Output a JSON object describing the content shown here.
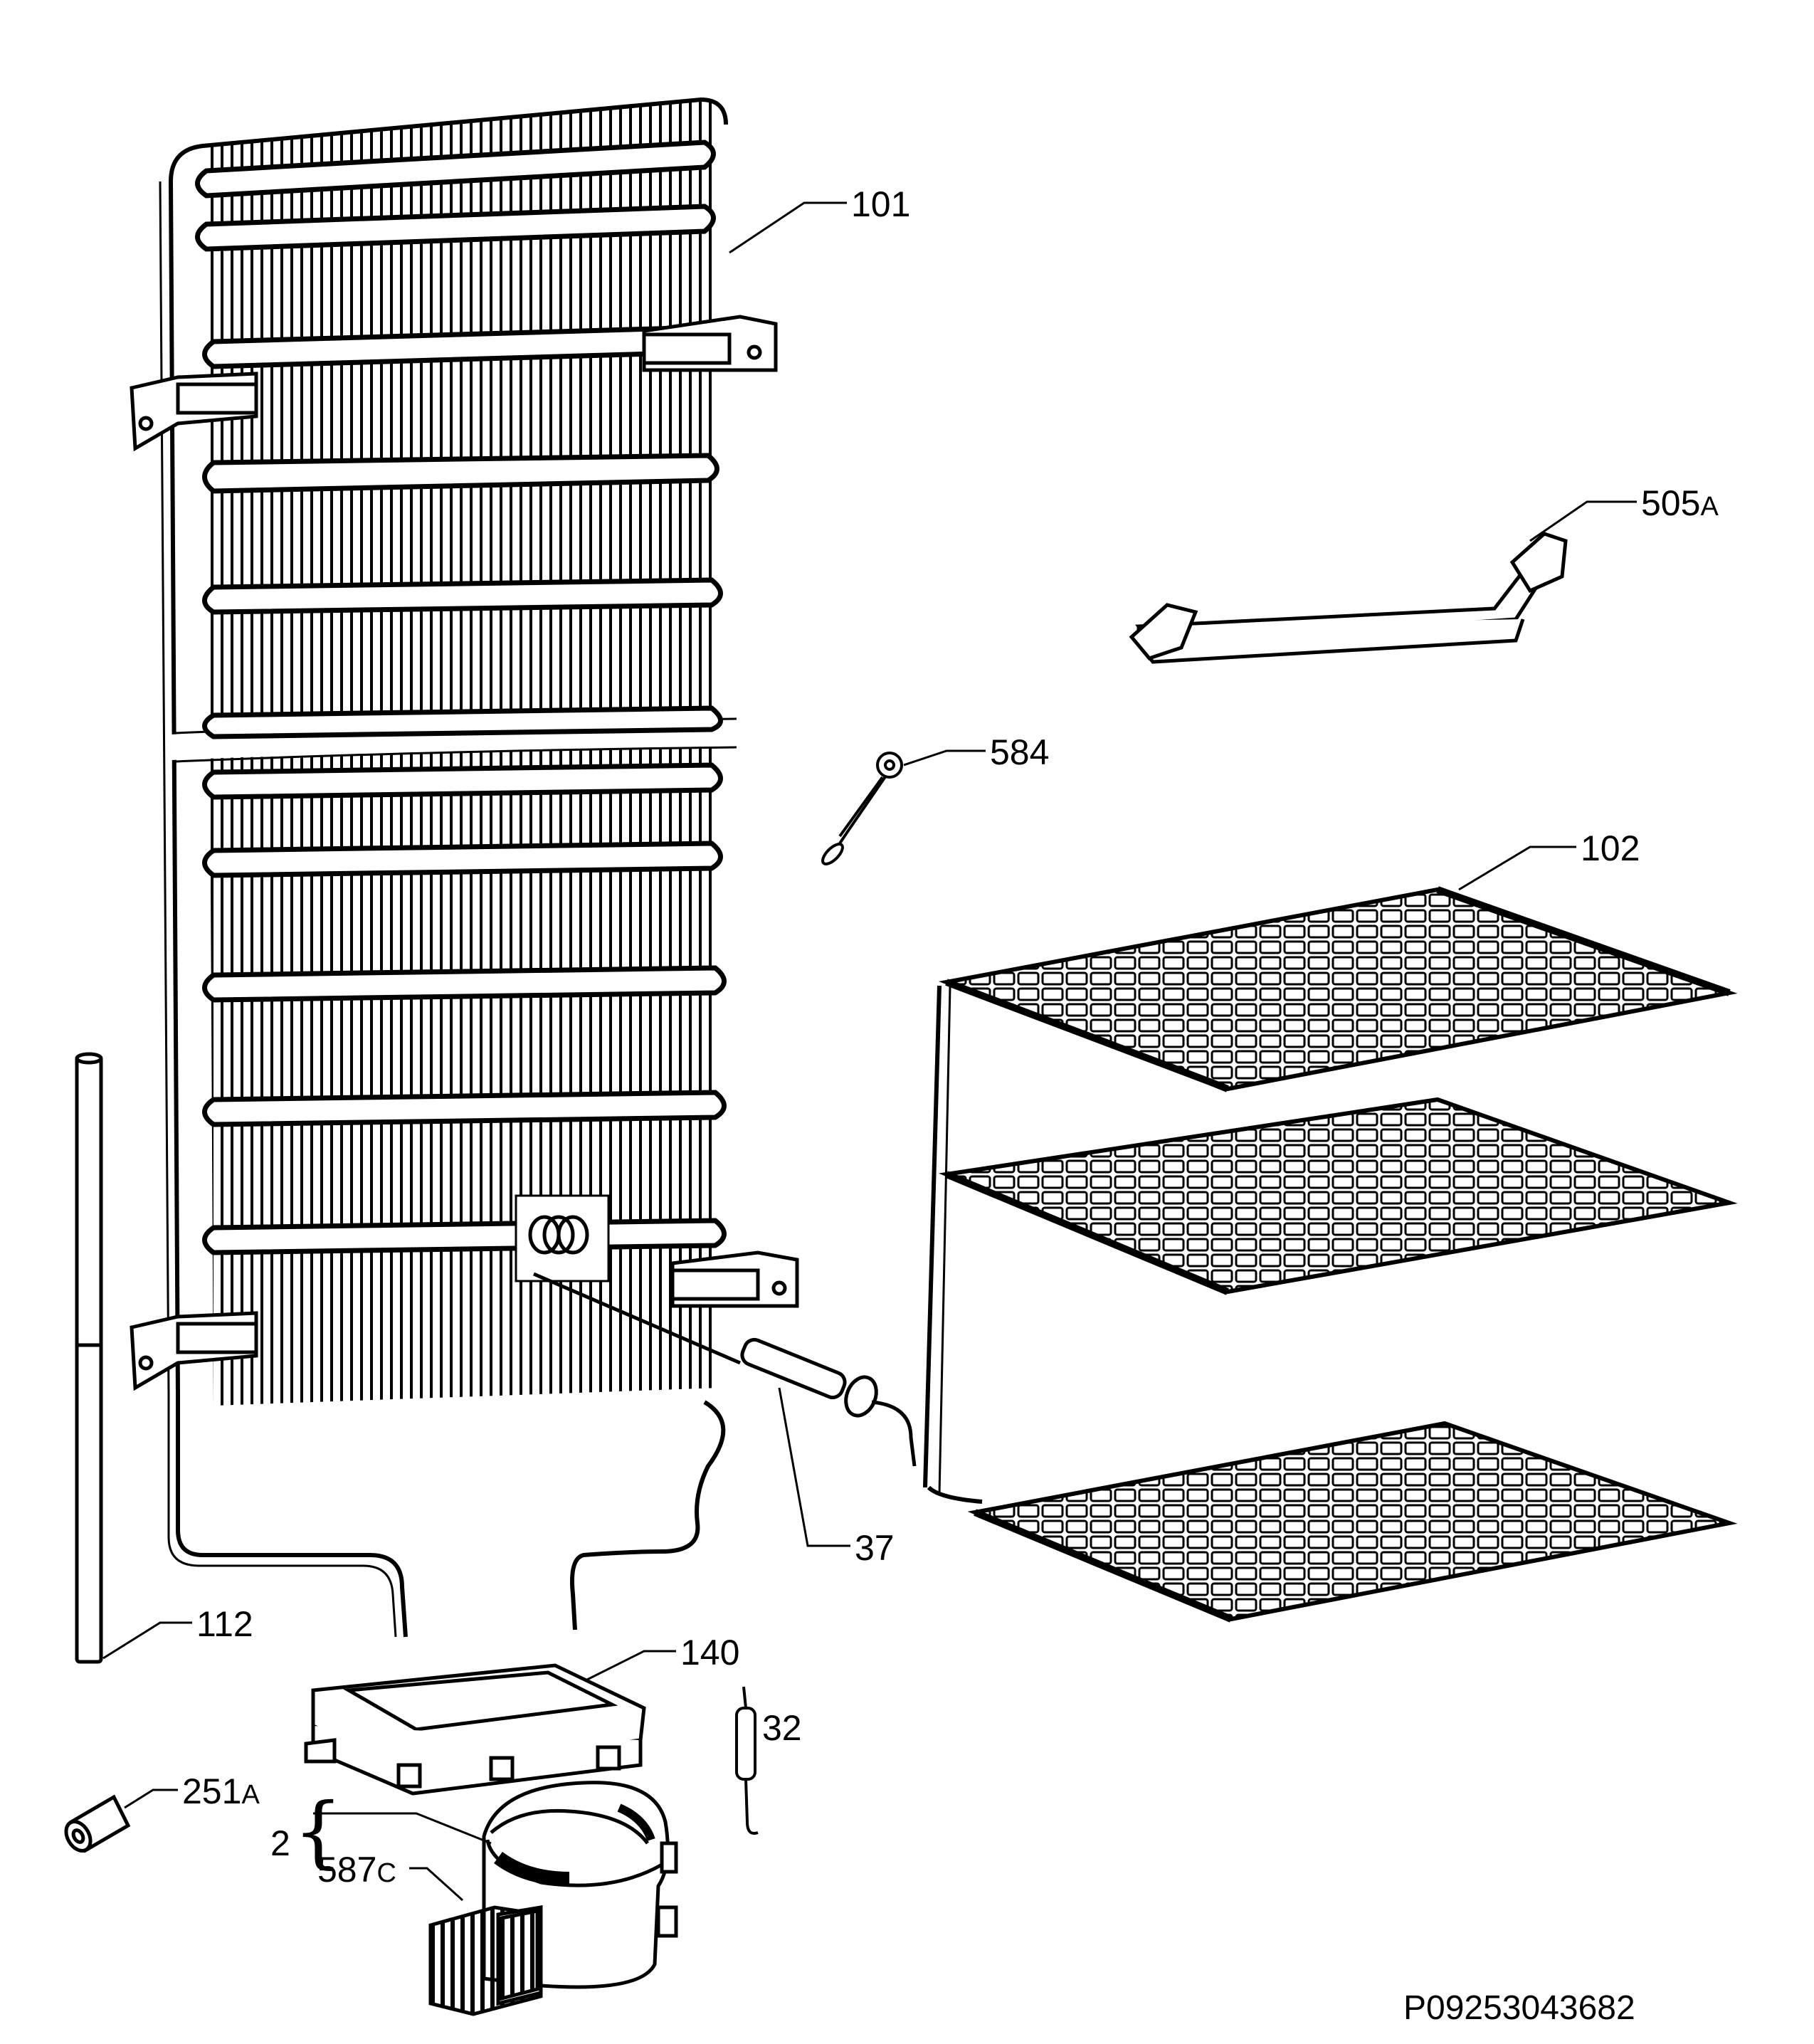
{
  "callouts": {
    "c101": "101",
    "c505": "505",
    "c505_suffix": "A",
    "c584": "584",
    "c102": "102",
    "c37": "37",
    "c112": "112",
    "c140": "140",
    "c32": "32",
    "c251": "251",
    "c251_suffix": "A",
    "c2": "2",
    "c587": "587",
    "c587_suffix": "C"
  },
  "document_id": "P09253043682",
  "colors": {
    "line": "#000000",
    "background": "#ffffff"
  }
}
